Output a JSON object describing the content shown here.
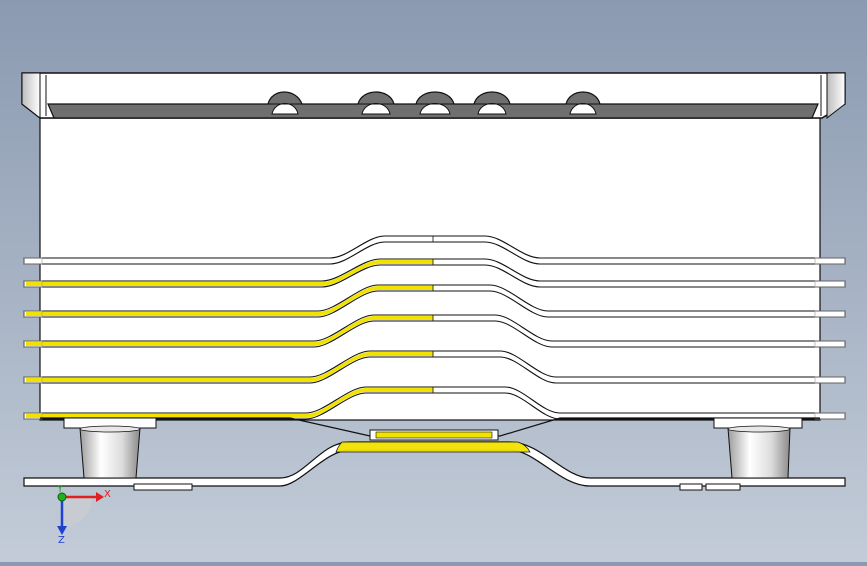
{
  "viewport": {
    "background_top": "#8b9ab1",
    "background_bottom": "#c3ccd8"
  },
  "model": {
    "body_fill": "#ffffff",
    "outline_color": "#111111",
    "recess_color": "#707070",
    "highlight_color": "#f2e200",
    "edge_grey": "#9a9a9a",
    "foot_shade": "#c8c8c8"
  },
  "triad": {
    "x_label": "X",
    "y_label": "Y",
    "z_label": "Z",
    "x_color": "#e02020",
    "y_color": "#20b020",
    "z_color": "#2040d0",
    "icons": [
      "axis-x-arrow-icon",
      "axis-y-dot-icon",
      "axis-z-arrow-icon"
    ]
  }
}
